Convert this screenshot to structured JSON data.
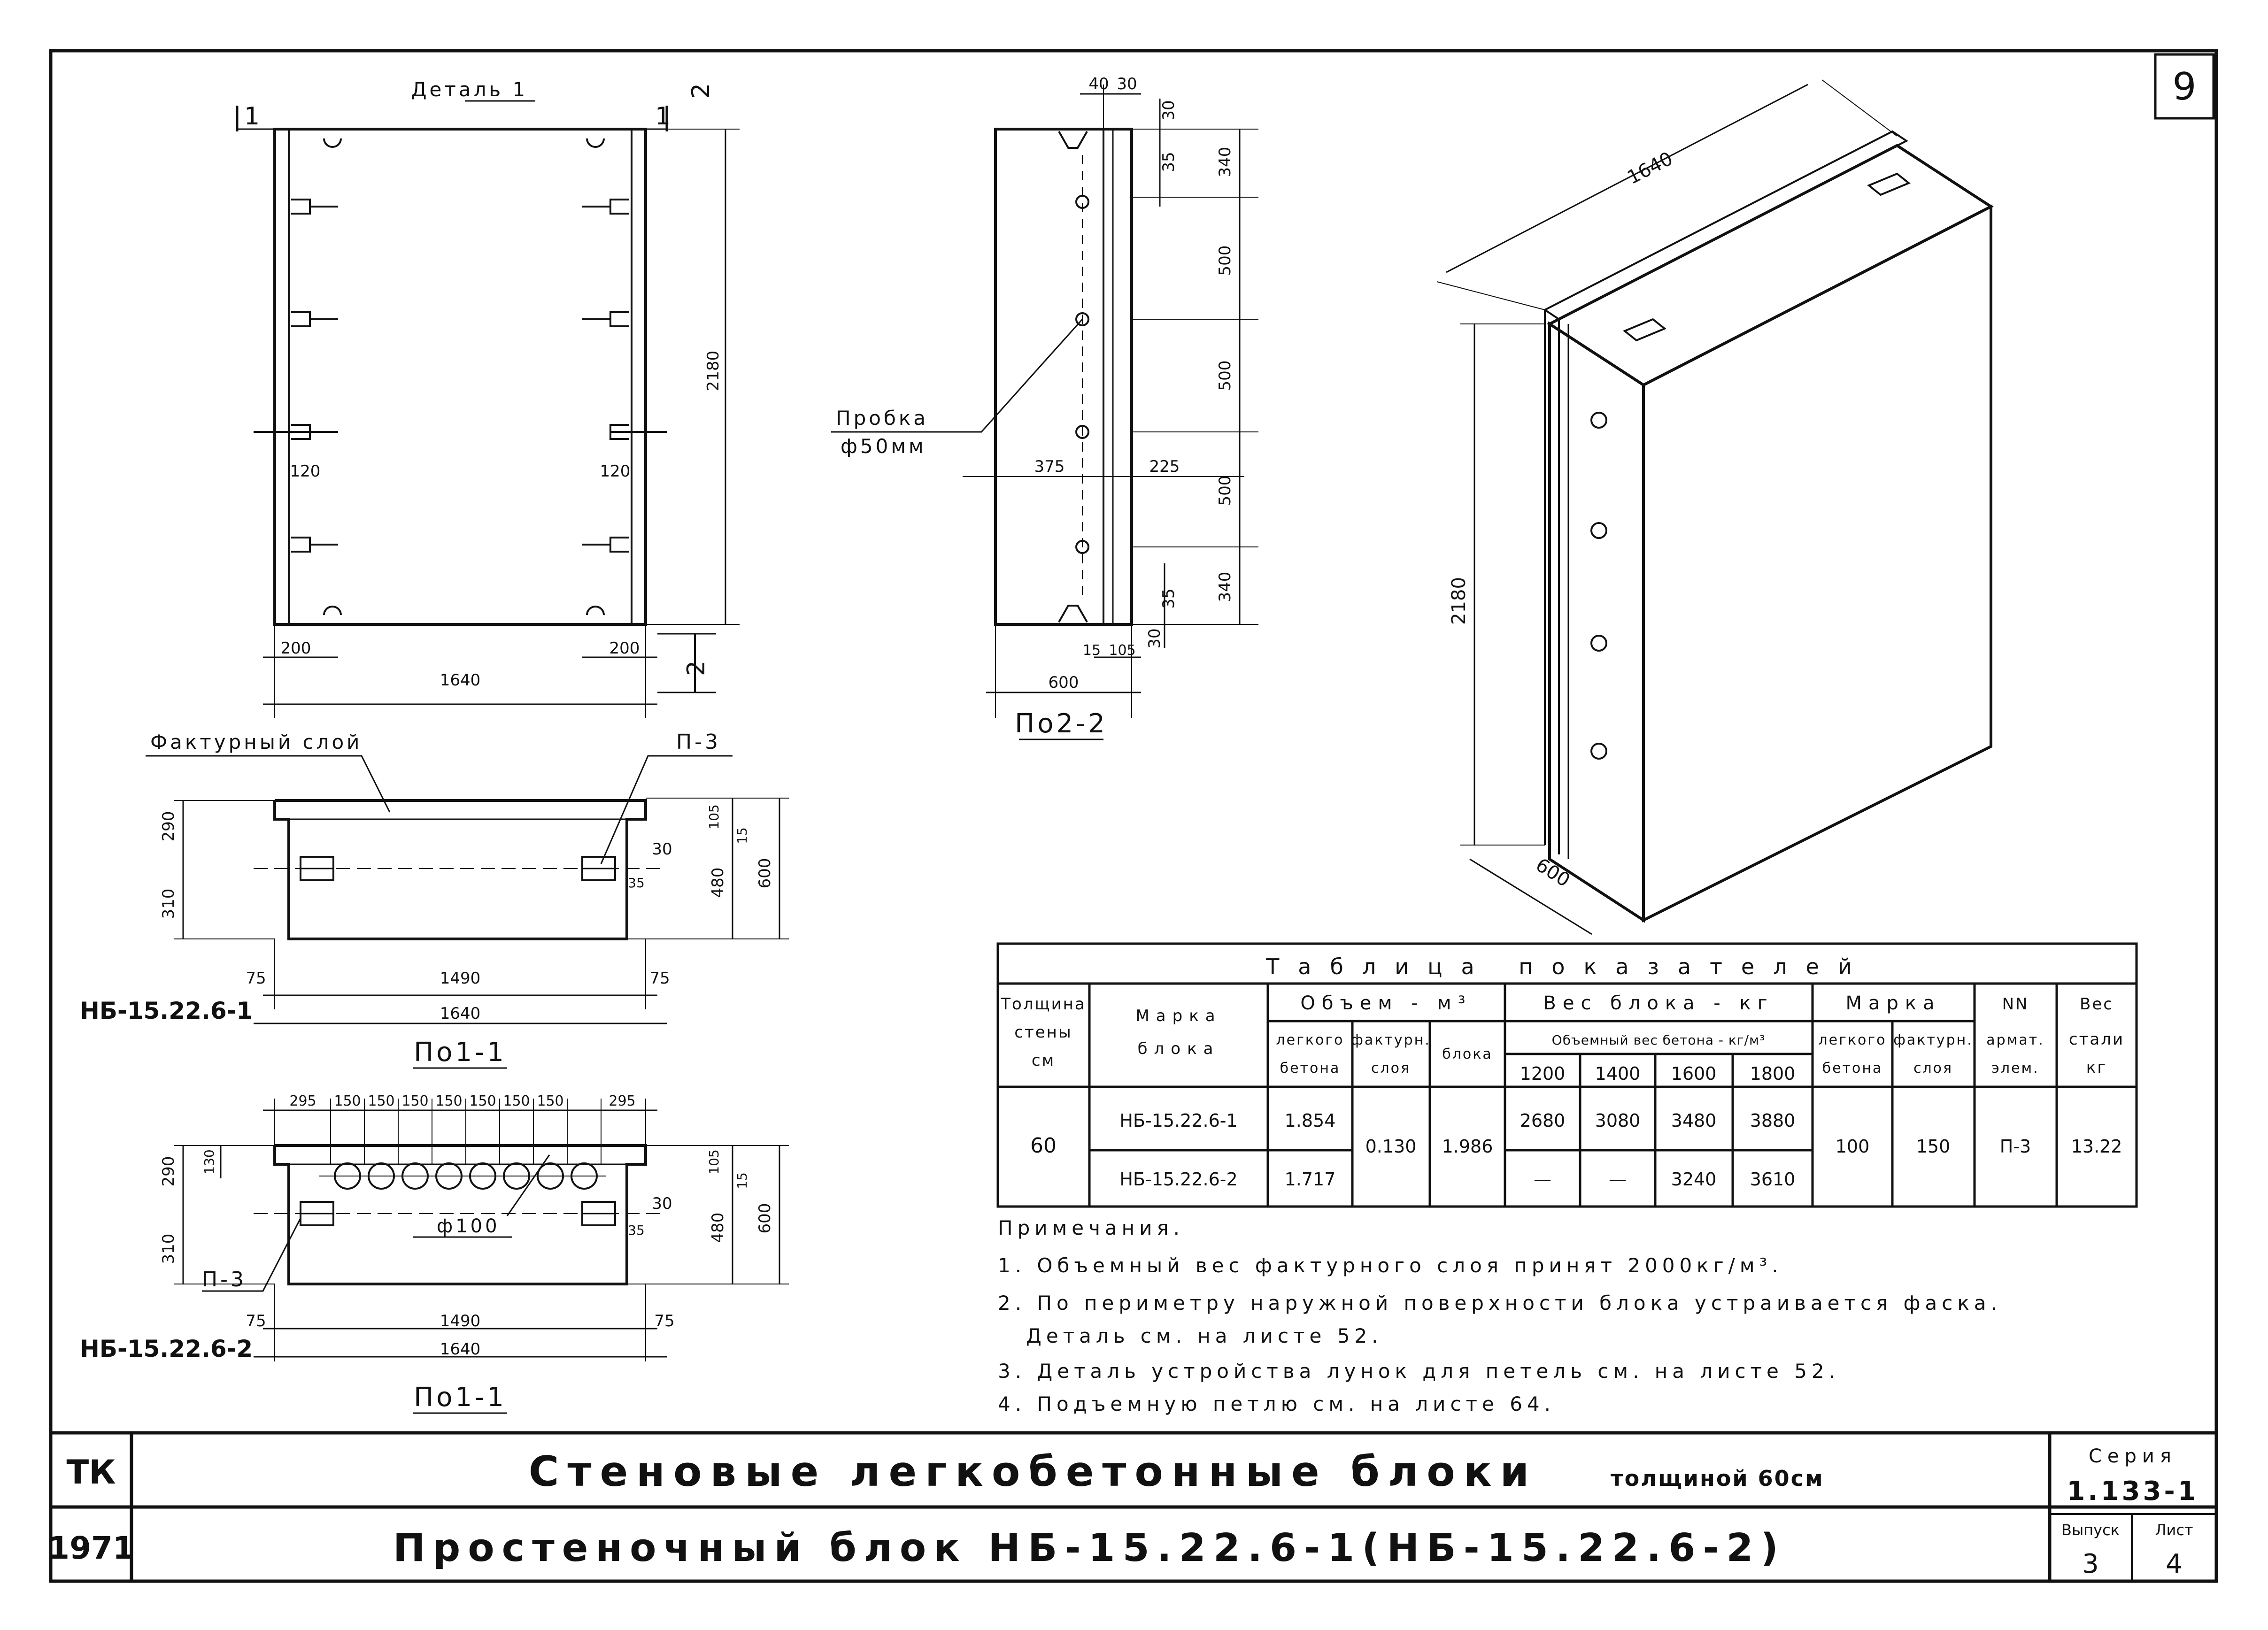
{
  "sheet_number": "9",
  "front_view": {
    "detail_label": "Деталь 1",
    "section_mark_left": "1",
    "section_mark_right": "1",
    "section_mark_2": "2",
    "height_dim": "2180",
    "width_dim": "1640",
    "edge_dim_left": "200",
    "edge_dim_right": "200",
    "loop_dim_left": "120",
    "loop_dim_right": "120"
  },
  "side_view": {
    "top_dims": [
      "40",
      "30"
    ],
    "vertical_dims": [
      "340",
      "500",
      "500",
      "500",
      "340"
    ],
    "small_dims": [
      "35",
      "35",
      "30",
      "30"
    ],
    "plug_label": "Пробка",
    "plug_size": "ф50мм",
    "mid_dims": [
      "375",
      "225"
    ],
    "bottom_dims": [
      "15",
      "105"
    ],
    "width_dim": "600",
    "caption": "По2-2"
  },
  "iso_view": {
    "length_dim": "1640",
    "height_dim": "2180",
    "depth_dim": "600"
  },
  "section1": {
    "texture_label": "Фактурный слой",
    "loop_label": "П-3",
    "left_dims": [
      "290",
      "310"
    ],
    "right_dims": [
      "105",
      "15",
      "30",
      "35",
      "480",
      "600"
    ],
    "bottom_dims": [
      "75",
      "1490",
      "75"
    ],
    "total_dim": "1640",
    "mark": "НБ-15.22.6-1",
    "caption": "По1-1"
  },
  "section2": {
    "top_dims": [
      "295",
      "150",
      "150",
      "150",
      "150",
      "150",
      "150",
      "150",
      "295"
    ],
    "left_dims": [
      "130",
      "290",
      "310"
    ],
    "right_dims": [
      "105",
      "15",
      "30",
      "35",
      "480",
      "600"
    ],
    "hole_label": "ф100",
    "loop_label": "П-3",
    "bottom_dims": [
      "75",
      "1490",
      "75"
    ],
    "total_dim": "1640",
    "mark": "НБ-15.22.6-2",
    "caption": "По1-1"
  },
  "table": {
    "title": "Таблица показателей",
    "headers": {
      "thickness": [
        "Толщина",
        "стены",
        "см"
      ],
      "mark": [
        "Марка",
        "блока"
      ],
      "volume": "Объем - м³",
      "volume_sub": [
        [
          "легкого",
          "бетона"
        ],
        [
          "фактурн.",
          "слоя"
        ],
        [
          "блока"
        ]
      ],
      "weight": "Вес блока - кг",
      "weight_sub": "Объемный вес бетона - кг/м³",
      "densities": [
        "1200",
        "1400",
        "1600",
        "1800"
      ],
      "marka": "Марка",
      "marka_sub": [
        [
          "легкого",
          "бетона"
        ],
        [
          "фактурн.",
          "слоя"
        ]
      ],
      "armat": [
        "NN",
        "армат.",
        "элем."
      ],
      "steel": [
        "Вес",
        "стали",
        "кг"
      ]
    },
    "rows": [
      {
        "mark": "НБ-15.22.6-1",
        "volume_light": "1.854",
        "weights": [
          "2680",
          "3080",
          "3480",
          "3880"
        ]
      },
      {
        "mark": "НБ-15.22.6-2",
        "volume_light": "1.717",
        "weights": [
          "—",
          "—",
          "3240",
          "3610"
        ]
      }
    ],
    "shared": {
      "thickness": "60",
      "volume_texture": "0.130",
      "volume_block": "1.986",
      "marka_light": "100",
      "marka_texture": "150",
      "armat": "П-3",
      "steel": "13.22"
    }
  },
  "notes": {
    "title": "Примечания.",
    "items": [
      "1. Объемный вес фактурного слоя принят 2000кг/м³.",
      "2. По периметру наружной поверхности блока устраивается фаска.",
      "Деталь см. на листе 52.",
      "3. Деталь устройства лунок для петель см. на листе 52.",
      "4. Подъемную петлю см. на листе 64."
    ]
  },
  "title_block": {
    "left_top": "ТК",
    "left_bottom": "1971",
    "title_main": "Стеновые легкобетонные блоки",
    "title_suffix": "толщиной 60см",
    "title_sub": "Простеночный блок НБ-15.22.6-1(НБ-15.22.6-2)",
    "series_label": "Серия",
    "series_value": "1.133-1",
    "issue_label": "Выпуск",
    "issue_value": "3",
    "sheet_label": "Лист",
    "sheet_value": "4"
  }
}
